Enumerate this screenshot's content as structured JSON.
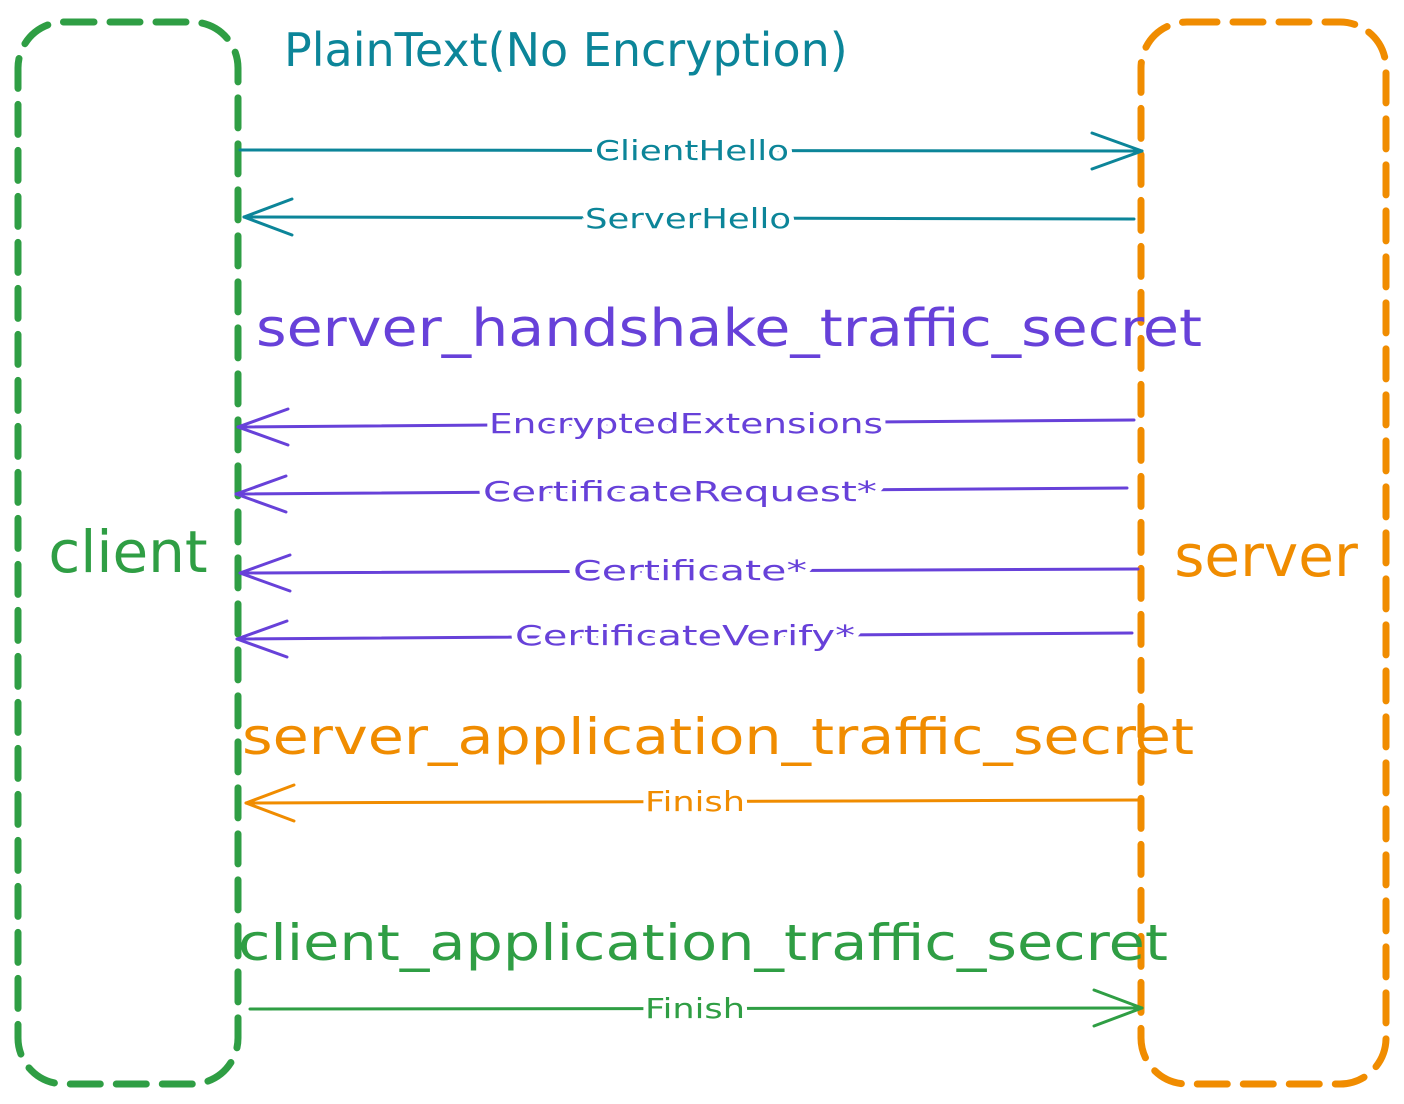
{
  "colors": {
    "client": "#2f9e44",
    "server": "#f08c00",
    "plaintext": "#0c8599",
    "handshake": "#6741d9",
    "background": "#ffffff"
  },
  "lanes": {
    "client_label": "client",
    "server_label": "server"
  },
  "sections": {
    "plaintext_title": "PlainText(No Encryption)",
    "server_handshake_secret": "server_handshake_traffic_secret",
    "server_application_secret": "server_application_traffic_secret",
    "client_application_secret": "client_application_traffic_secret"
  },
  "messages": [
    {
      "label": "ClientHello",
      "direction": "to-server",
      "color": "plaintext"
    },
    {
      "label": "ServerHello",
      "direction": "to-client",
      "color": "plaintext"
    },
    {
      "label": "EncryptedExtensions",
      "direction": "to-client",
      "color": "handshake"
    },
    {
      "label": "CertificateRequest*",
      "direction": "to-client",
      "color": "handshake"
    },
    {
      "label": "Certificate*",
      "direction": "to-client",
      "color": "handshake"
    },
    {
      "label": "CertificateVerify*",
      "direction": "to-client",
      "color": "handshake"
    },
    {
      "label": "Finish",
      "direction": "to-client",
      "color": "server"
    },
    {
      "label": "Finish",
      "direction": "to-server",
      "color": "client"
    }
  ]
}
